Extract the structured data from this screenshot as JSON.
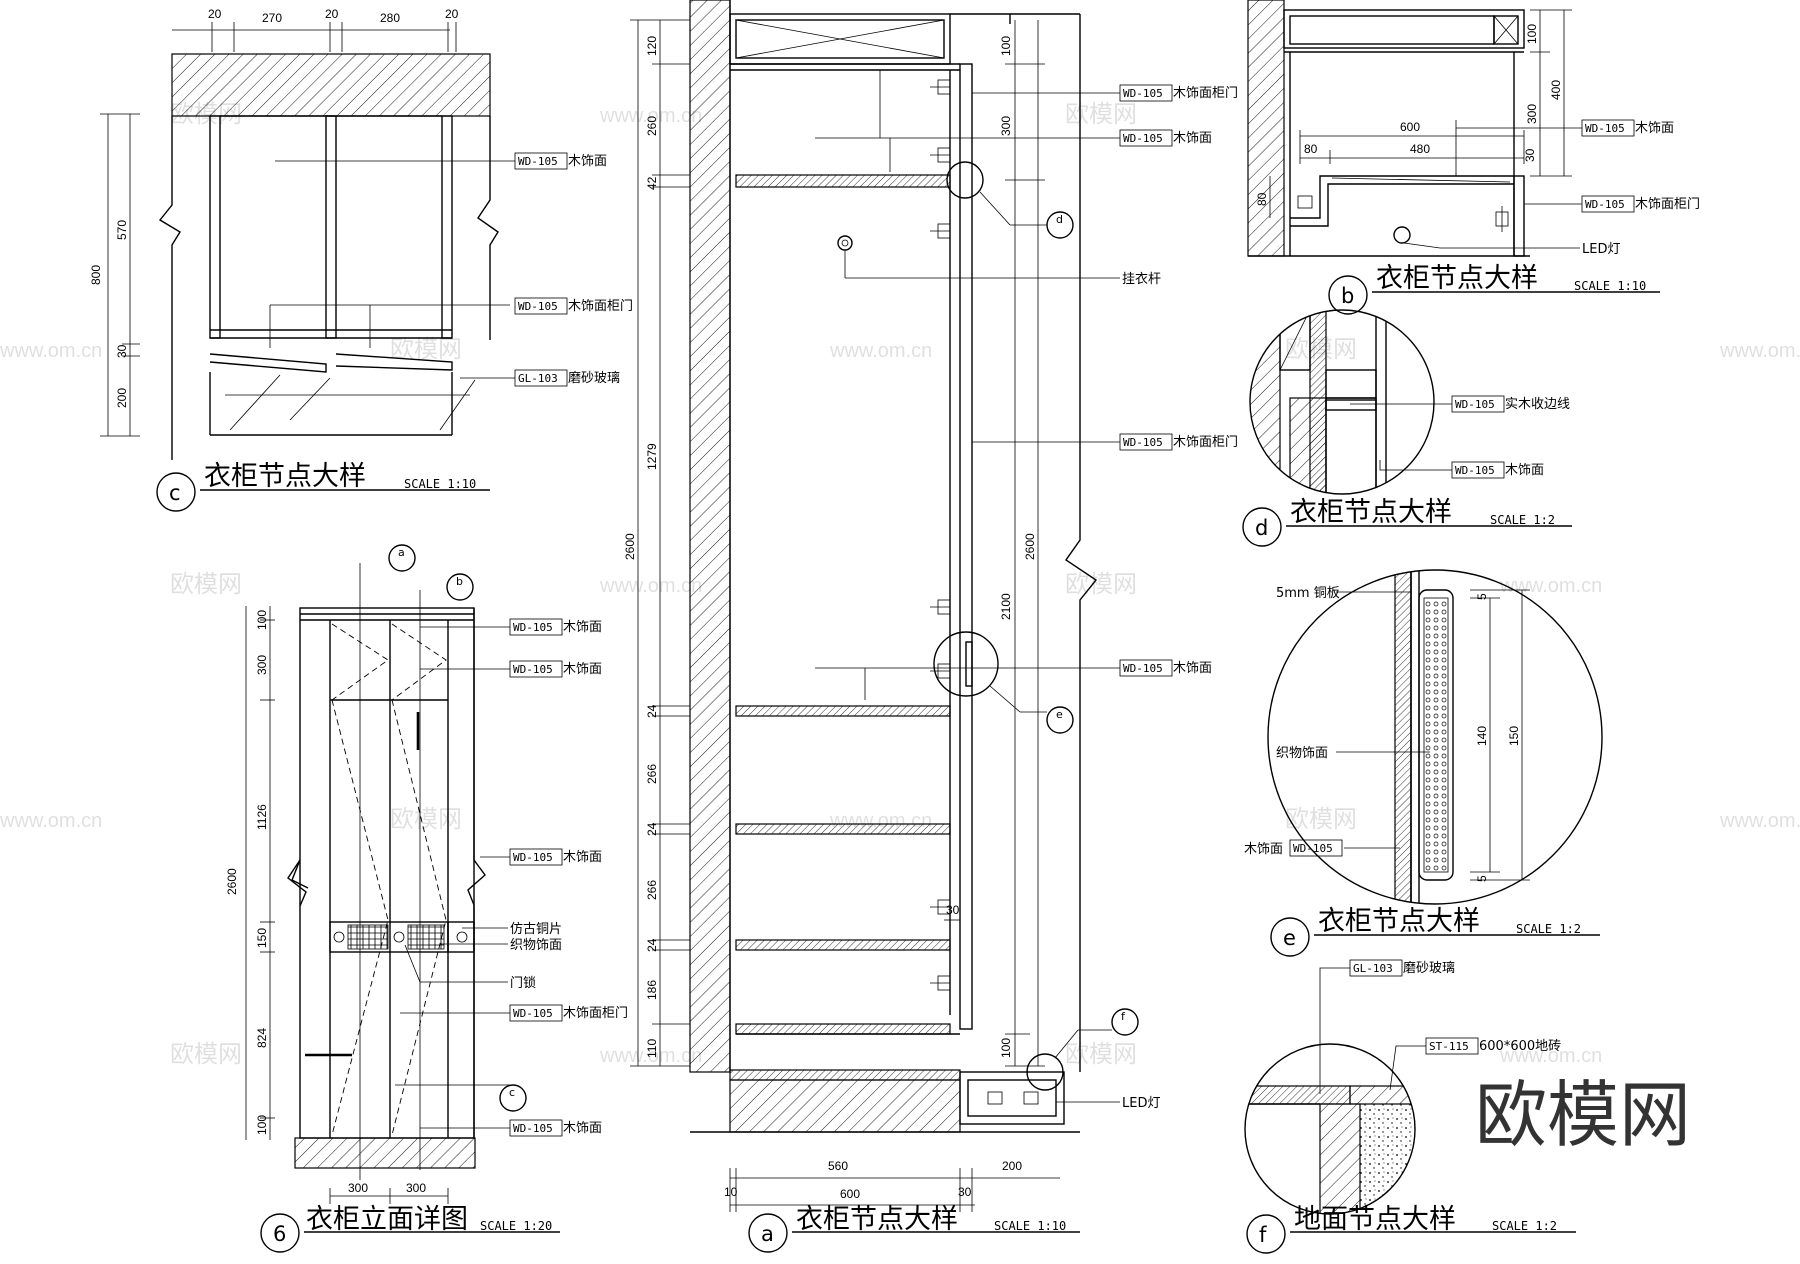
{
  "watermarks": {
    "brand": "欧模网",
    "url": "www.om.cn"
  },
  "brand_logo": "欧模网",
  "detail_c": {
    "letter": "c",
    "title": "衣柜节点大样",
    "scale": "SCALE 1:10",
    "dims_top": [
      "20",
      "270",
      "20",
      "280",
      "20"
    ],
    "dims_left": [
      "800",
      "570",
      "30",
      "200"
    ],
    "labels": [
      {
        "code": "WD-105",
        "text": "木饰面"
      },
      {
        "code": "WD-105",
        "text": "木饰面柜门"
      },
      {
        "code": "GL-103",
        "text": "磨砂玻璃"
      }
    ]
  },
  "elevation_6": {
    "letter": "6",
    "title": "衣柜立面详图",
    "scale": "SCALE 1:20",
    "dims_left": [
      "100",
      "300",
      "1126",
      "2600",
      "150",
      "824",
      "100"
    ],
    "dims_bottom": [
      "300",
      "300"
    ],
    "callouts": [
      "a",
      "b",
      "c"
    ],
    "labels": [
      {
        "code": "WD-105",
        "text": "木饰面"
      },
      {
        "code": "WD-105",
        "text": "木饰面"
      },
      {
        "code": "WD-105",
        "text": "木饰面"
      },
      {
        "code": "",
        "text": "仿古铜片"
      },
      {
        "code": "",
        "text": "织物饰面"
      },
      {
        "code": "",
        "text": "门锁"
      },
      {
        "code": "WD-105",
        "text": "木饰面柜门"
      },
      {
        "code": "WD-105",
        "text": "木饰面"
      }
    ]
  },
  "detail_a": {
    "letter": "a",
    "title": "衣柜节点大样",
    "scale": "SCALE 1:10",
    "dims_left": [
      "120",
      "260",
      "42",
      "1279",
      "2600",
      "24",
      "266",
      "24",
      "266",
      "24",
      "186",
      "110"
    ],
    "dims_right": [
      "100",
      "300",
      "2100",
      "2600",
      "30",
      "100"
    ],
    "dims_bottom": [
      "560",
      "200",
      "10",
      "600",
      "30"
    ],
    "callouts": [
      "d",
      "e",
      "f"
    ],
    "labels": [
      {
        "code": "WD-105",
        "text": "木饰面柜门"
      },
      {
        "code": "WD-105",
        "text": "木饰面"
      },
      {
        "code": "",
        "text": "挂衣杆"
      },
      {
        "code": "WD-105",
        "text": "木饰面柜门"
      },
      {
        "code": "WD-105",
        "text": "木饰面"
      },
      {
        "code": "",
        "text": "LED灯"
      }
    ]
  },
  "detail_b": {
    "letter": "b",
    "title": "衣柜节点大样",
    "scale": "SCALE 1:10",
    "dims": [
      "100",
      "400",
      "300",
      "600",
      "80",
      "480",
      "30",
      "80"
    ],
    "labels": [
      {
        "code": "WD-105",
        "text": "木饰面"
      },
      {
        "code": "WD-105",
        "text": "木饰面柜门"
      },
      {
        "code": "",
        "text": "LED灯"
      }
    ]
  },
  "detail_d": {
    "letter": "d",
    "title": "衣柜节点大样",
    "scale": "SCALE 1:2",
    "labels": [
      {
        "code": "WD-105",
        "text": "实木收边线"
      },
      {
        "code": "WD-105",
        "text": "木饰面"
      }
    ]
  },
  "detail_e": {
    "letter": "e",
    "title": "衣柜节点大样",
    "scale": "SCALE 1:2",
    "dims": [
      "5",
      "140",
      "150",
      "5"
    ],
    "labels": [
      {
        "code": "",
        "text": "5mm 铜板"
      },
      {
        "code": "",
        "text": "织物饰面"
      },
      {
        "code": "WD-105",
        "text": "木饰面"
      }
    ]
  },
  "detail_f": {
    "letter": "f",
    "title": "地面节点大样",
    "scale": "SCALE 1:2",
    "labels": [
      {
        "code": "GL-103",
        "text": "磨砂玻璃"
      },
      {
        "code": "ST-115",
        "text": "600*600地砖"
      }
    ]
  }
}
